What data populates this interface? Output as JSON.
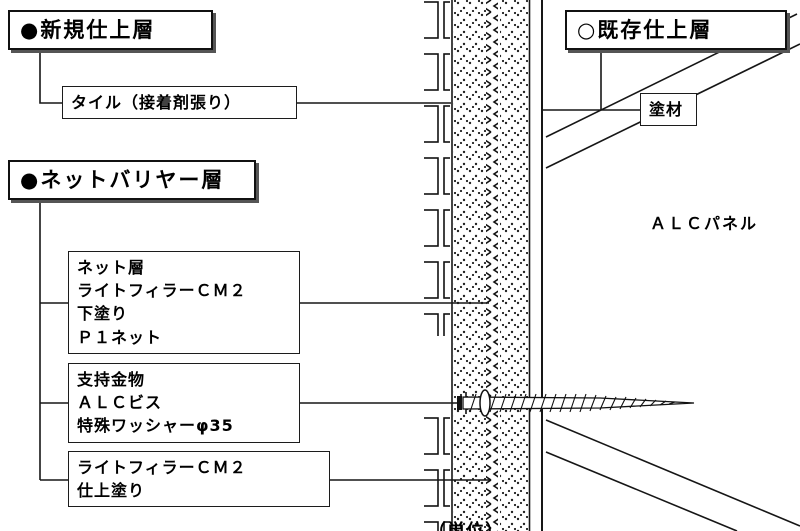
{
  "colors": {
    "line": "#161616",
    "text": "#000000",
    "background": "#ffffff",
    "header_shadow": "#555555"
  },
  "headers": {
    "new_finish": "●新規仕上層",
    "net_barrier": "●ネットバリヤー層",
    "existing_finish": "○既存仕上層"
  },
  "notes": {
    "tile": "タイル（接着剤張り）",
    "net_layer_lines": [
      "ネット層",
      "ライトフィラーＣＭ２",
      "下塗り",
      "Ｐ１ネット"
    ],
    "support_lines": [
      "支持金物",
      "ＡＬＣビス",
      "特殊ワッシャーφ35"
    ],
    "filler_lines": [
      "ライトフィラーＣＭ２",
      "仕上塗り"
    ],
    "coating": "塗材"
  },
  "labels": {
    "alc_panel": "ＡＬＣパネル",
    "bottom_note": "（単位）"
  }
}
